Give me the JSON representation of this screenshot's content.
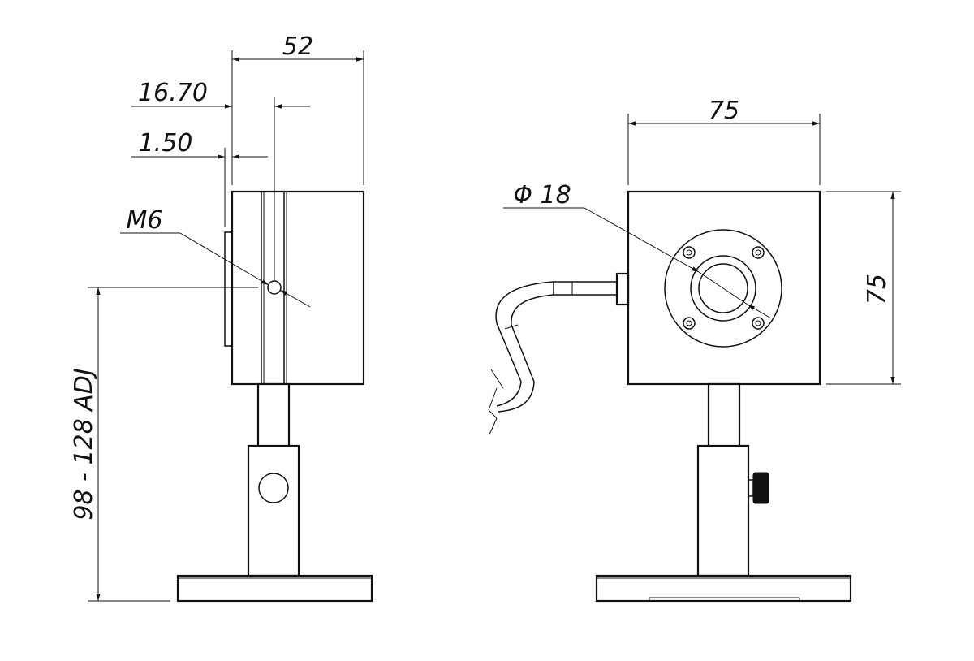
{
  "dimensions": {
    "width_52": "52",
    "offset_16_70": "16.70",
    "offset_1_50": "1.50",
    "thread_m6": "M6",
    "height_range": "98 - 128 ADJ",
    "front_width_75": "75",
    "front_height_75": "75",
    "aperture_phi_18": "Φ 18"
  }
}
